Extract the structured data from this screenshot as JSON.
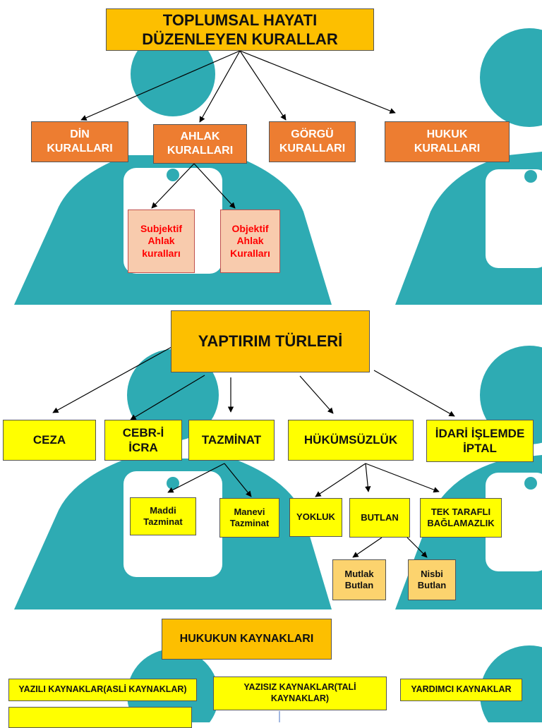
{
  "panel1": {
    "title": "TOPLUMSAL HAYATI\nDÜZENLEYEN KURALLAR",
    "din": "DİN\nKURALLARI",
    "ahlak": "AHLAK\nKURALLARI",
    "gorgu": "GÖRGÜ\nKURALLARI",
    "hukuk": "HUKUK\nKURALLARI",
    "subjektif": "Subjektif\nAhlak\nkuralları",
    "objektif": "Objektif\nAhlak\nKuralları"
  },
  "panel2": {
    "title": "YAPTIRIM TÜRLERİ",
    "ceza": "CEZA",
    "cebri": "CEBR-İ\nİCRA",
    "tazminat": "TAZMİNAT",
    "hukumsuzluk": "HÜKÜMSÜZLÜK",
    "idari": "İDARİ İŞLEMDE\nİPTAL",
    "maddi": "Maddi\nTazminat",
    "manevi": "Manevi\nTazminat",
    "yokluk": "YOKLUK",
    "butlan": "BUTLAN",
    "tek_tarafli": "TEK TARAFLI\nBAĞLAMAZLIK",
    "mutlak": "Mutlak\nButlan",
    "nisbi": "Nisbi\nButlan"
  },
  "panel3": {
    "title": "HUKUKUN KAYNAKLARI",
    "yazili": "YAZILI KAYNAKLAR(ASLİ KAYNAKLAR)",
    "yazisiz": "YAZISIZ KAYNAKLAR(TALİ\nKAYNAKLAR)",
    "yardimci": "YARDIMCI KAYNAKLAR"
  },
  "colors": {
    "gold": "#fdbf00",
    "orange": "#ed7d31",
    "peach": "#f8cbad",
    "yellow": "#ffff00",
    "light_orange": "#fcd36e",
    "teal_background": "#2eabb3"
  }
}
